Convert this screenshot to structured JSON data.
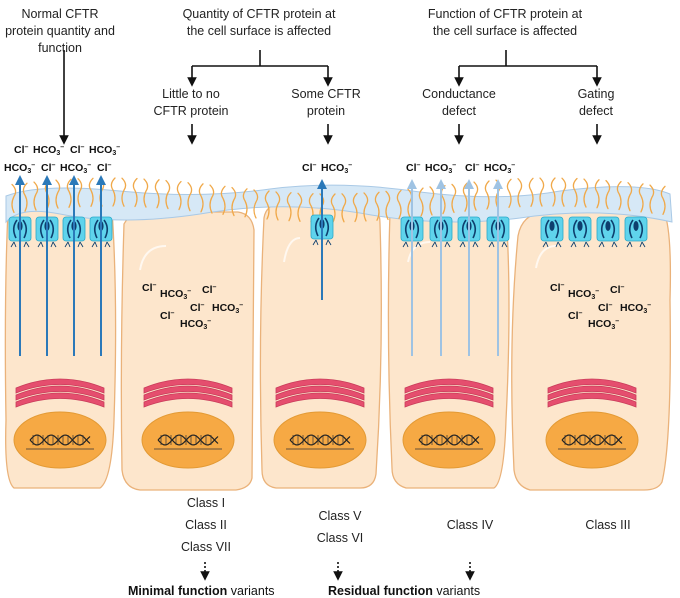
{
  "header": {
    "normal": "Normal CFTR protein quantity and function",
    "quantity": "Quantity of CFTR protein at the cell surface is affected",
    "function": "Function of CFTR protein at the cell surface is affected"
  },
  "subheaders": {
    "little": "Little to no CFTR protein",
    "some": "Some CFTR protein",
    "conductance": "Conductance defect",
    "gating": "Gating defect"
  },
  "ions": {
    "cl": "Cl",
    "hco3": "HCO",
    "sub3": "3",
    "minus": "–"
  },
  "classes": {
    "c1": "Class I",
    "c2": "Class II",
    "c7": "Class VII",
    "c5": "Class V",
    "c6": "Class VI",
    "c4": "Class IV",
    "c3": "Class III"
  },
  "variants": {
    "minimal_bold": "Minimal function",
    "minimal_rest": " variants",
    "residual_bold": "Residual function",
    "residual_rest": " variants"
  },
  "colors": {
    "cell_fill": "#fde6cc",
    "cell_stroke": "#eab27a",
    "membrane": "#d6e8f6",
    "channel": "#5fd3ec",
    "arrow": "#2b79b9",
    "arrow_faint": "#9fc3e3",
    "golgi": "#e54e6e",
    "nucleus": "#f6a944",
    "cilia": "#f0a94a"
  }
}
